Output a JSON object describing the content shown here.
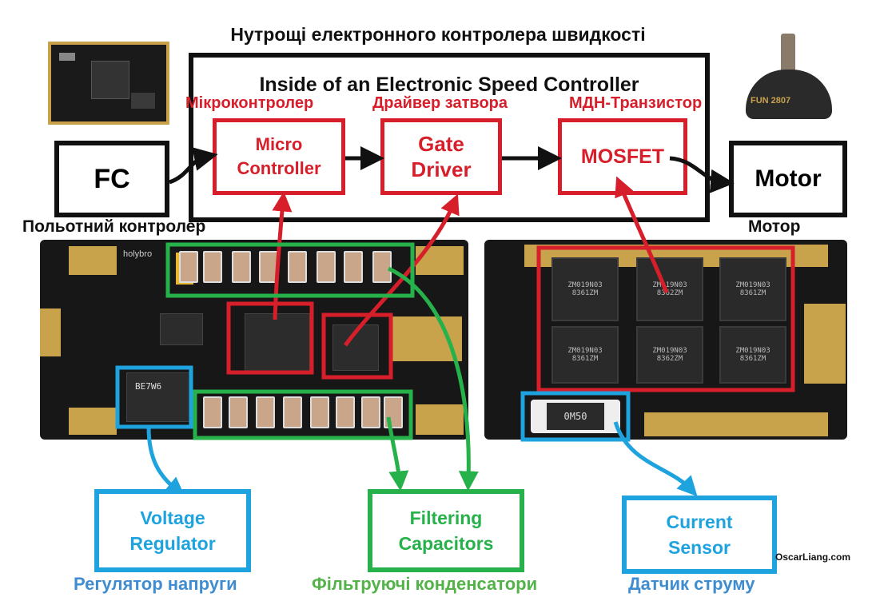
{
  "title_ua": "Нутрощі електронного контролера швидкості",
  "title_en": "Inside of an Electronic Speed Controller",
  "blocks": {
    "fc": "FC",
    "micro_line1": "Micro",
    "micro_line2": "Controller",
    "gate_line1": "Gate",
    "gate_line2": "Driver",
    "mosfet": "MOSFET",
    "motor": "Motor"
  },
  "ua_labels": {
    "micro": "Мікроконтролер",
    "gate": "Драйвер затвора",
    "mosfet": "МДН-Транзистор",
    "fc": "Польотний контролер",
    "motor": "Мотор",
    "voltage": "Регулятор напруги",
    "capacitors": "Фільтруючі конденсатори",
    "sensor": "Датчик струму"
  },
  "components": {
    "voltage_line1": "Voltage",
    "voltage_line2": "Regulator",
    "filter_line1": "Filtering",
    "filter_line2": "Capacitors",
    "sensor_line1": "Current",
    "sensor_line2": "Sensor"
  },
  "board_markings": {
    "mosfet_chips": [
      "ZM019N03 8361ZM",
      "ZM019N03 8362ZM",
      "ZM019N03 8361ZM",
      "ZM019N03 8361ZM",
      "ZM019N03 8362ZM",
      "ZM019N03 8361ZM"
    ],
    "shunt": "0M50",
    "regulator": "BE7W6",
    "brand": "holybro",
    "motor_brand": "FUN 2807",
    "watermark": "OscarLiang.com"
  },
  "colors": {
    "red": "#d71f2b",
    "blue": "#1ea3df",
    "green": "#26b14a",
    "black": "#111111"
  }
}
